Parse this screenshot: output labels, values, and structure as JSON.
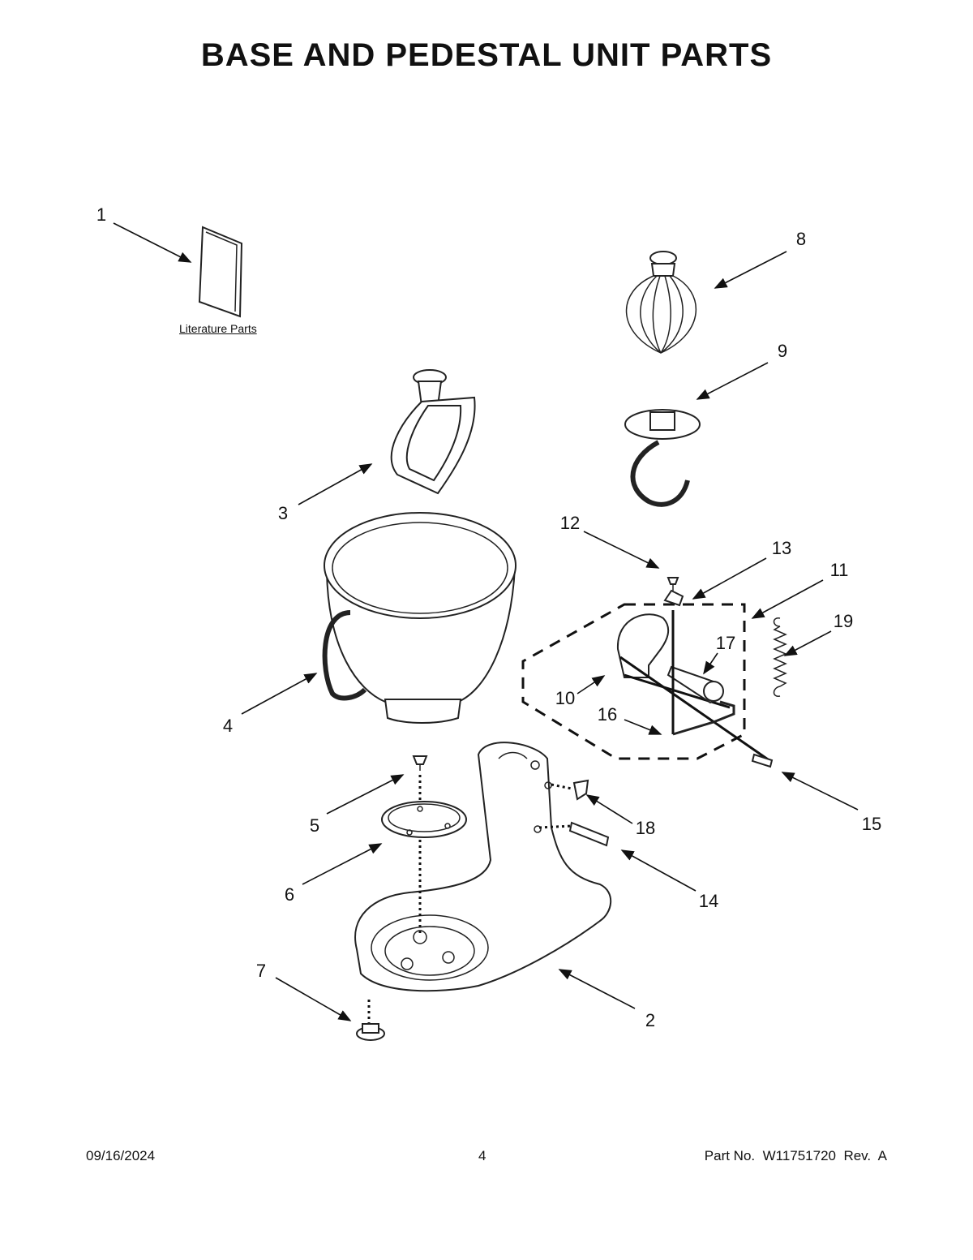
{
  "page": {
    "title": "BASE AND PEDESTAL UNIT PARTS",
    "literature_label": "Literature Parts"
  },
  "callouts": {
    "c1": "1",
    "c2": "2",
    "c3": "3",
    "c4": "4",
    "c5": "5",
    "c6": "6",
    "c7": "7",
    "c8": "8",
    "c9": "9",
    "c10": "10",
    "c11": "11",
    "c12": "12",
    "c13": "13",
    "c14": "14",
    "c15": "15",
    "c16": "16",
    "c17": "17",
    "c18": "18",
    "c19": "19"
  },
  "footer": {
    "date": "09/16/2024",
    "page_number": "4",
    "part_number": "Part No.  W11751720  Rev.  A"
  }
}
